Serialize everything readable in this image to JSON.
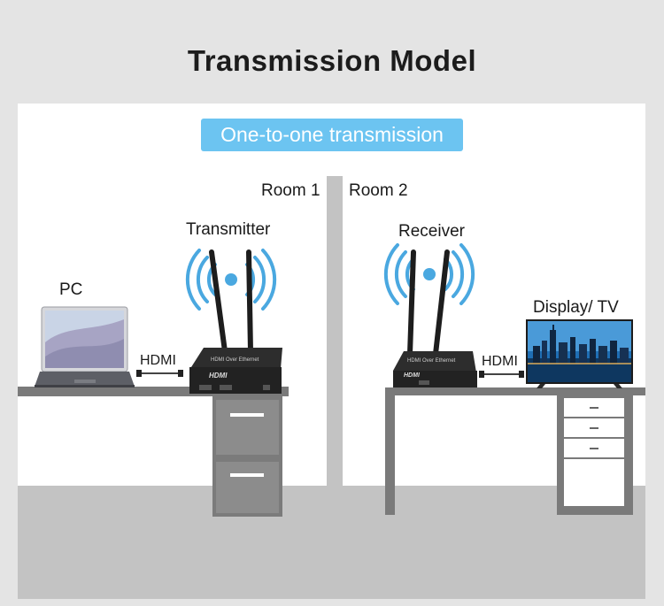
{
  "title": "Transmission Model",
  "badge": "One-to-one transmission",
  "rooms": {
    "left": "Room 1",
    "right": "Room 2"
  },
  "devices": {
    "pc": "PC",
    "transmitter": "Transmitter",
    "receiver": "Receiver",
    "display": "Display/ TV"
  },
  "connections": {
    "left": "HDMI",
    "right": "HDMI"
  },
  "device_text": {
    "brand": "HDMI",
    "product": "HDMI Over Ethernet"
  },
  "colors": {
    "badge": "#6cc4f1",
    "wifi": "#4aa8e0",
    "floor": "#c3c3c3",
    "desk": "#7a7a7a"
  }
}
